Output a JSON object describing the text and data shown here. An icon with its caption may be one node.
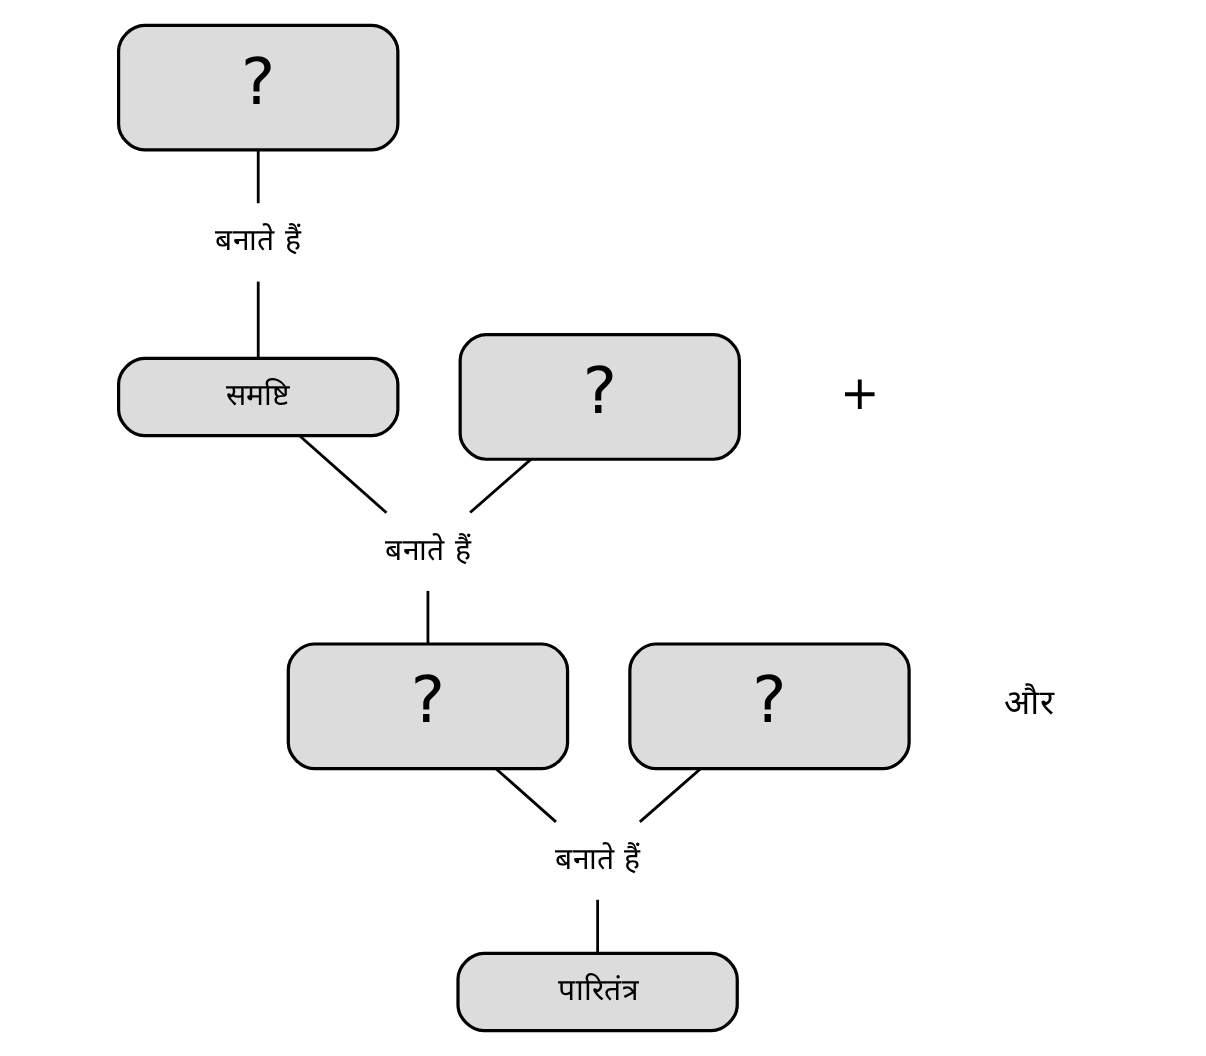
{
  "diagram": {
    "nodes": [
      {
        "text": [
          "?"
        ]
      },
      {
        "text": [
          "बनाते हैं"
        ]
      },
      {
        "text": [
          "समष्टि"
        ]
      },
      {
        "text": [
          "?"
        ]
      },
      {
        "text": [
          "बनाते हैं"
        ]
      },
      {
        "text": [
          "?"
        ]
      },
      {
        "text": [
          "?"
        ]
      },
      {
        "text": [
          "बनाते हैं"
        ]
      },
      {
        "text": [
          "पारितंत्र"
        ]
      }
    ],
    "edges": [
      {
        "from": 0,
        "to": 1,
        "arrow": "none"
      },
      {
        "from": 1,
        "to": 2,
        "arrow": "none"
      },
      {
        "from": 2,
        "to": 4,
        "arrow": "none"
      },
      {
        "from": 3,
        "to": 4,
        "arrow": "none"
      },
      {
        "from": 4,
        "to": 5,
        "arrow": "none"
      },
      {
        "from": 6,
        "to": 7,
        "arrow": "none"
      },
      {
        "from": 5,
        "to": 7,
        "arrow": "none"
      },
      {
        "from": 7,
        "to": 8,
        "arrow": "none"
      }
    ],
    "labels": [
      "+",
      "और"
    ]
  }
}
